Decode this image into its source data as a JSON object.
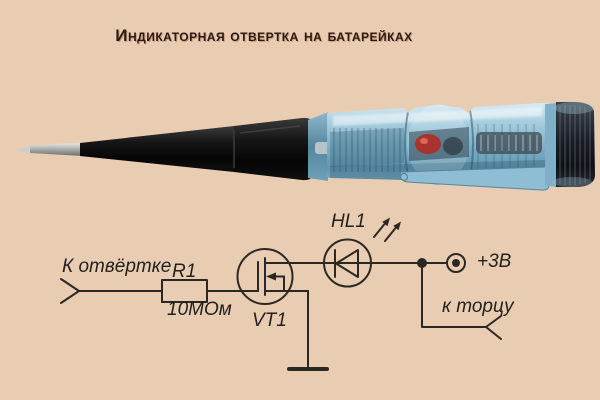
{
  "page": {
    "background": "#e9cdb2"
  },
  "title": {
    "text": "Индикаторная отвертка на батарейках",
    "color": "#2a1a12"
  },
  "photo": {
    "subject": "indicator-screwdriver",
    "colors": {
      "tip_metal": "#b9b9b6",
      "shaft_black": "#141414",
      "handle_blue": "#8fbcd2",
      "neon_lamp_red": "#a83430",
      "end_cap_dark": "#23272e"
    }
  },
  "schematic": {
    "line_color": "#2b2824",
    "labels": {
      "probe": "К отвёртке",
      "resistor_ref": "R1",
      "resistor_value": "10МОм",
      "transistor_ref": "VT1",
      "led_ref": "HL1",
      "supply": "+3В",
      "tip_contact": "к торцу"
    }
  }
}
